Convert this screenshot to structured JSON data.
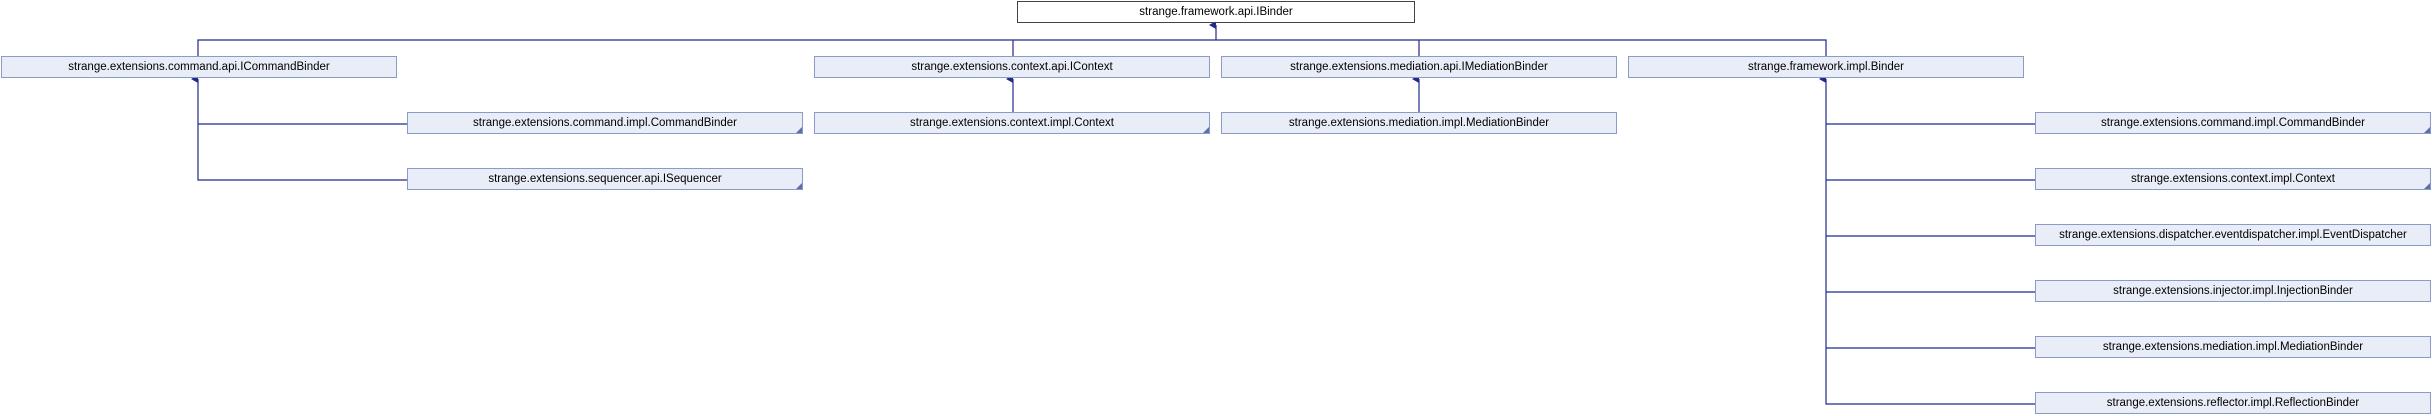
{
  "colors": {
    "node_fill": "#e8edf7",
    "node_border": "#8a9bc8",
    "edge": "#1f2a8c",
    "root_fill": "#ffffff"
  },
  "nodes": {
    "root": "strange.framework.api.IBinder",
    "icommandbinder": "strange.extensions.command.api.ICommandBinder",
    "icontext": "strange.extensions.context.api.IContext",
    "imediationbinder": "strange.extensions.mediation.api.IMediationBinder",
    "binder": "strange.framework.impl.Binder",
    "commandbinder_a": "strange.extensions.command.impl.CommandBinder",
    "isequencer": "strange.extensions.sequencer.api.ISequencer",
    "context_a": "strange.extensions.context.impl.Context",
    "mediationbinder_a": "strange.extensions.mediation.impl.MediationBinder",
    "commandbinder_b": "strange.extensions.command.impl.CommandBinder",
    "context_b": "strange.extensions.context.impl.Context",
    "eventdispatcher": "strange.extensions.dispatcher.eventdispatcher.impl.EventDispatcher",
    "injectionbinder": "strange.extensions.injector.impl.InjectionBinder",
    "mediationbinder_b": "strange.extensions.mediation.impl.MediationBinder",
    "reflectionbinder": "strange.extensions.reflector.impl.ReflectionBinder"
  }
}
